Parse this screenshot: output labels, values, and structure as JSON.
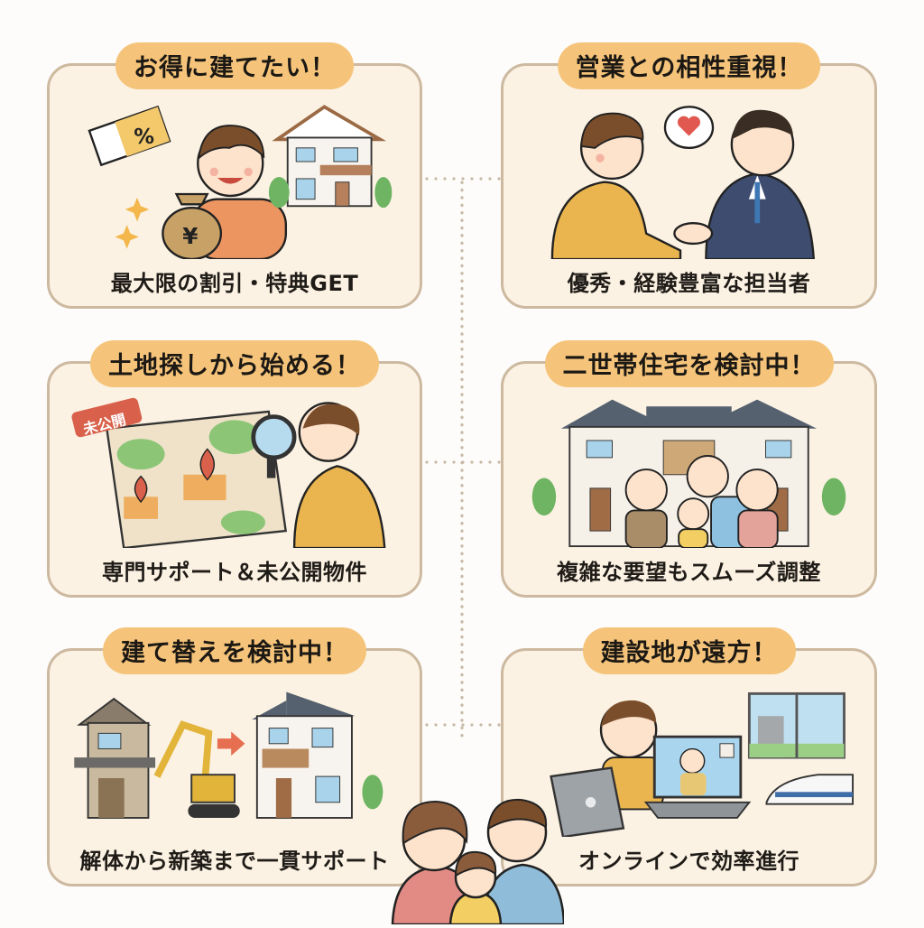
{
  "colors": {
    "background": "#fdfcfa",
    "panel_fill": "#fbf2e3",
    "panel_border": "#cdb9a0",
    "pill_fill": "#f5c47a",
    "connector_dots": "#c7b9a6",
    "text": "#1c1814"
  },
  "panels": [
    {
      "id": "discount",
      "title": "お得に建てたい！",
      "caption": "最大限の割引・特典GET",
      "illustration": [
        "discount-coupon-icon",
        "yen-money-bag-icon",
        "sparkle-icon",
        "happy-man",
        "house-icon"
      ],
      "coupon_label": "%",
      "bag_label": "¥"
    },
    {
      "id": "sales-compatibility",
      "title": "営業との相性重視！",
      "caption": "優秀・経験豊富な担当者",
      "illustration": [
        "customer-man",
        "handshake-icon",
        "heart-speech-bubble-icon",
        "salesman-in-suit"
      ]
    },
    {
      "id": "land-search",
      "title": "土地探しから始める！",
      "caption": "専門サポート＆未公開物件",
      "illustration": [
        "price-tag-icon",
        "folded-map-icon",
        "map-pin-icon",
        "magnifying-glass-icon",
        "man-searching"
      ],
      "tag_label": "未公開"
    },
    {
      "id": "two-household",
      "title": "二世帯住宅を検討中！",
      "caption": "複雑な要望もスムーズ調整",
      "illustration": [
        "duplex-house-icon",
        "tree-icon",
        "grandfather",
        "child",
        "father",
        "grandmother"
      ]
    },
    {
      "id": "rebuild",
      "title": "建て替えを検討中！",
      "caption": "解体から新築まで一貫サポート",
      "illustration": [
        "old-house-icon",
        "excavator-icon",
        "arrow-right-icon",
        "new-house-icon",
        "tree-icon"
      ]
    },
    {
      "id": "remote-site",
      "title": "建設地が遠方！",
      "caption": "オンラインで効率進行",
      "illustration": [
        "man-at-laptop",
        "video-call-laptop-icon",
        "window-construction-site-icon",
        "bullet-train-icon"
      ]
    }
  ],
  "footer_illustration": [
    "mother",
    "child",
    "father"
  ]
}
